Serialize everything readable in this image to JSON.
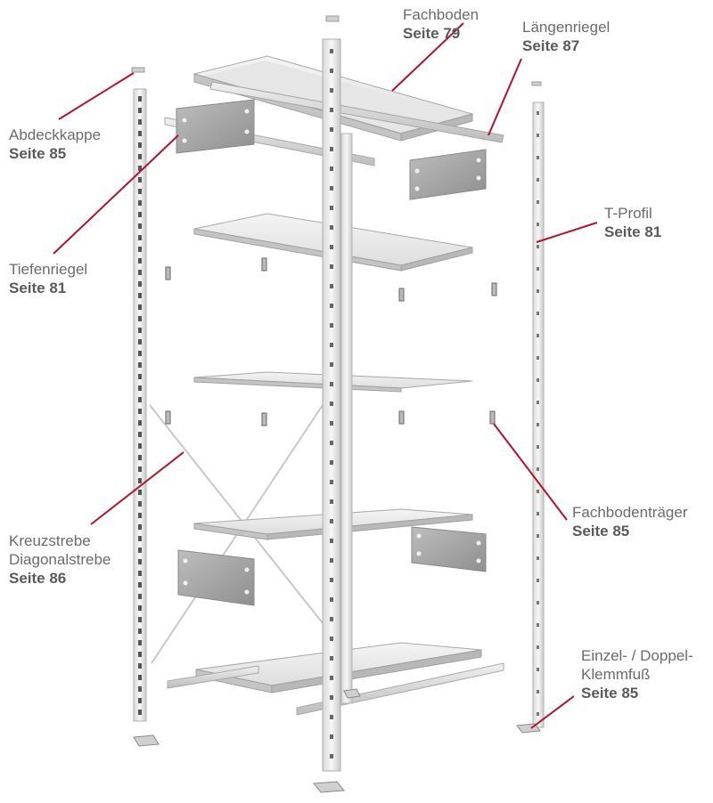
{
  "labels": {
    "fachboden": {
      "name": "Fachboden",
      "page": "Seite 79"
    },
    "laengenriegel": {
      "name": "Längenriegel",
      "page": "Seite 87"
    },
    "abdeckkappe": {
      "name": "Abdeckkappe",
      "page": "Seite 85"
    },
    "tiefenriegel": {
      "name": "Tiefenriegel",
      "page": "Seite 81"
    },
    "tprofil": {
      "name": "T-Profil",
      "page": "Seite 81"
    },
    "fachbodentraeger": {
      "name": "Fachbodenträger",
      "page": "Seite 85"
    },
    "kreuzstrebe": {
      "name1": "Kreuzstrebe",
      "name2": "Diagonalstrebe",
      "page": "Seite 86"
    },
    "klemmfuss": {
      "name1": "Einzel- / Doppel-",
      "name2": "Klemmfuß",
      "page": "Seite 85"
    }
  },
  "colors": {
    "callout": "#b0132b",
    "label_text": "#6b6b6b",
    "metal_light": "#f2f2f2",
    "metal_mid": "#cfcfcf",
    "metal_dark": "#9a9a9a",
    "panel": "#a8a8a8"
  }
}
